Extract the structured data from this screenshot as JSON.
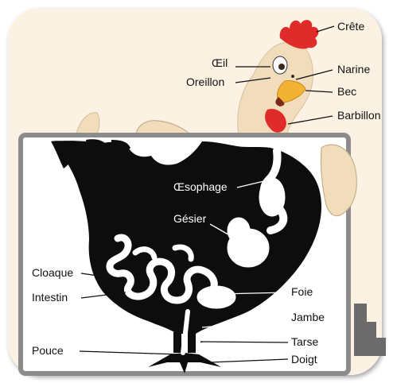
{
  "diagram": {
    "external_labels": {
      "crete": "Crête",
      "oeil": "Œil",
      "oreillon": "Oreillon",
      "narine": "Narine",
      "bec": "Bec",
      "barbillon": "Barbillon"
    },
    "internal_labels": {
      "oesophage": "Œsophage",
      "gesier": "Gésier",
      "cloaque": "Cloaque",
      "intestin": "Intestin",
      "foie": "Foie",
      "jambe": "Jambe",
      "tarse": "Tarse",
      "pouce": "Pouce",
      "doigt": "Doigt"
    },
    "colors": {
      "background": "#fbf2e3",
      "feather": "#f1dcbc",
      "body_silhouette": "#0d0d0d",
      "organs": "#ffffff",
      "comb": "#e02b2b",
      "beak": "#f2b233",
      "frame": "#8c8c8c"
    }
  }
}
